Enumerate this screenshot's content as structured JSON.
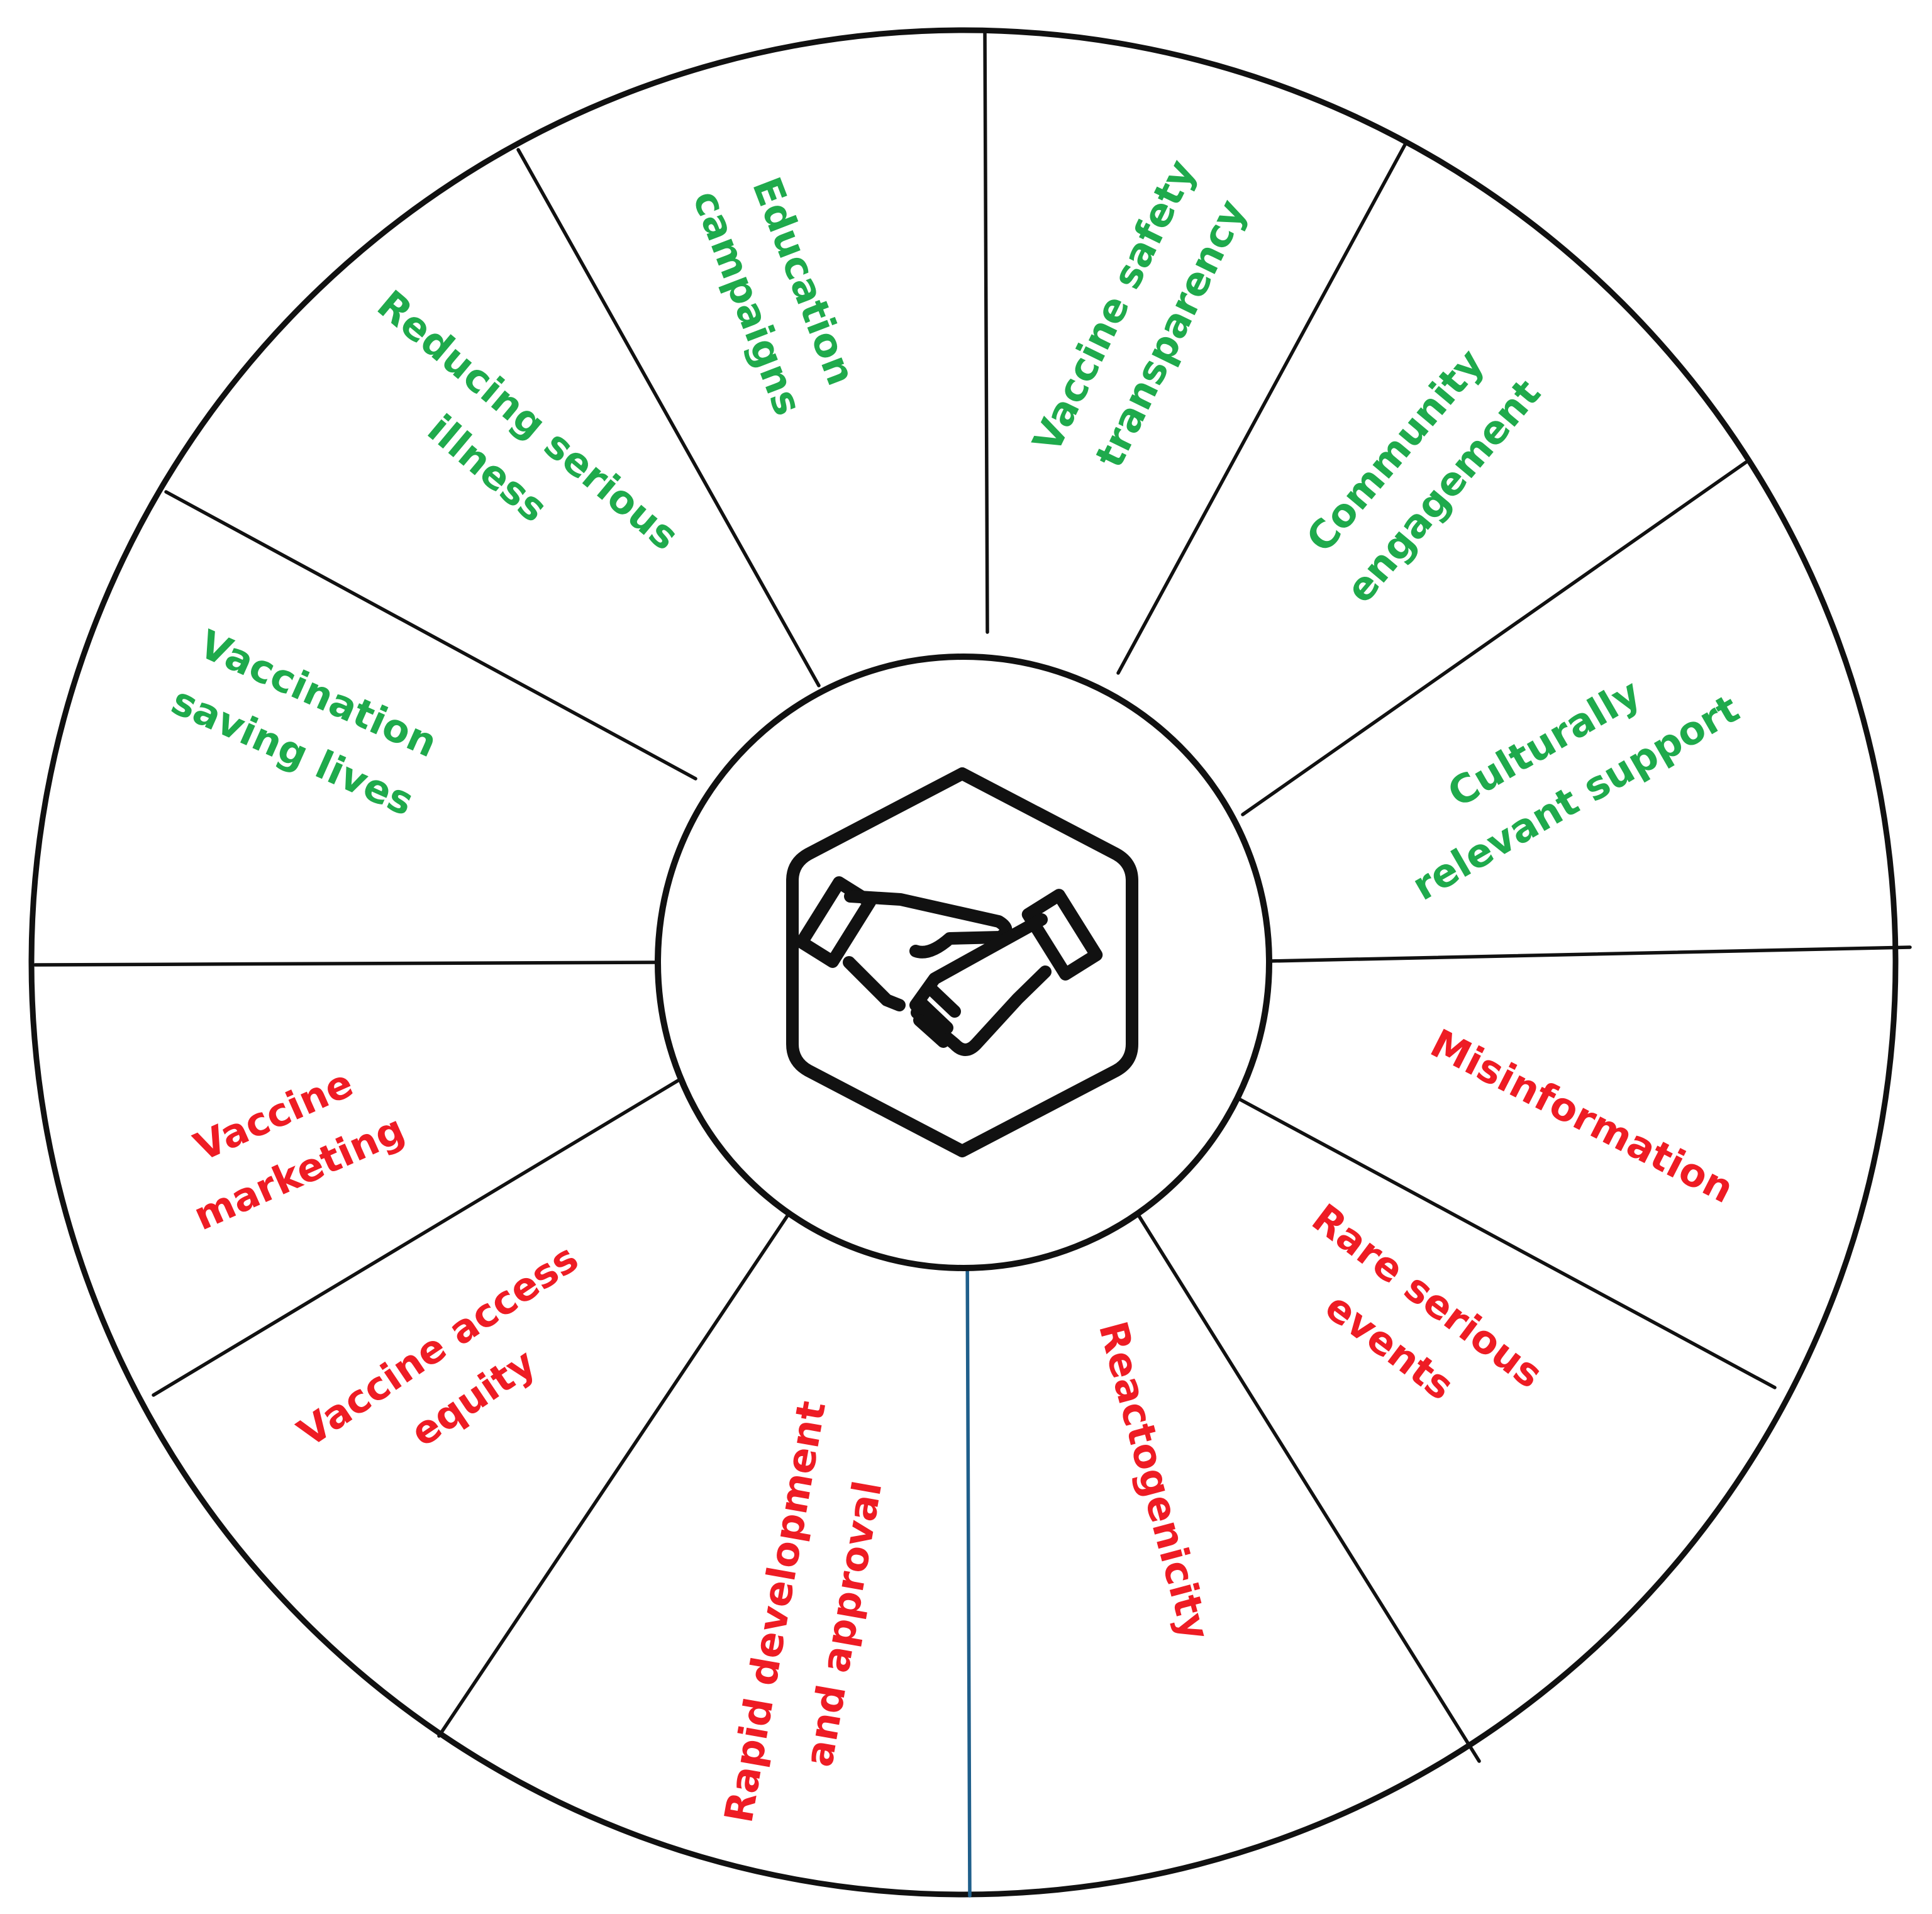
{
  "diagram": {
    "segments": [
      {
        "id": "education-campaigns",
        "lines": [
          "Education",
          "campaigns"
        ],
        "group": "positive"
      },
      {
        "id": "vaccine-safety-transparency",
        "lines": [
          "Vaccine safety",
          "transparency"
        ],
        "group": "positive"
      },
      {
        "id": "community-engagement",
        "lines": [
          "Community",
          "engagement"
        ],
        "group": "positive"
      },
      {
        "id": "culturally-relevant-support",
        "lines": [
          "Culturally",
          "relevant support"
        ],
        "group": "positive"
      },
      {
        "id": "misinformation",
        "lines": [
          "Misinformation"
        ],
        "group": "negative"
      },
      {
        "id": "rare-serious-events",
        "lines": [
          "Rare serious",
          "events"
        ],
        "group": "negative"
      },
      {
        "id": "reactogenicity",
        "lines": [
          "Reactogenicity"
        ],
        "group": "negative"
      },
      {
        "id": "rapid-development-and-approval",
        "lines": [
          "Rapid development",
          "and approval"
        ],
        "group": "negative"
      },
      {
        "id": "vaccine-access-equity",
        "lines": [
          "Vaccine access",
          "equity"
        ],
        "group": "negative"
      },
      {
        "id": "vaccine-marketing",
        "lines": [
          "Vaccine",
          "marketing"
        ],
        "group": "negative"
      },
      {
        "id": "vaccination-saving-lives",
        "lines": [
          "Vaccination",
          "saving lives"
        ],
        "group": "positive"
      },
      {
        "id": "reducing-serious-illness",
        "lines": [
          "Reducing serious",
          "illness"
        ],
        "group": "positive"
      }
    ],
    "colors": {
      "positive": "#1faa4c",
      "negative": "#ee1c24",
      "outline": "#111111",
      "divider_bottom": "#1f5f8b"
    },
    "center_icon": "handshake-hexagon-icon"
  }
}
